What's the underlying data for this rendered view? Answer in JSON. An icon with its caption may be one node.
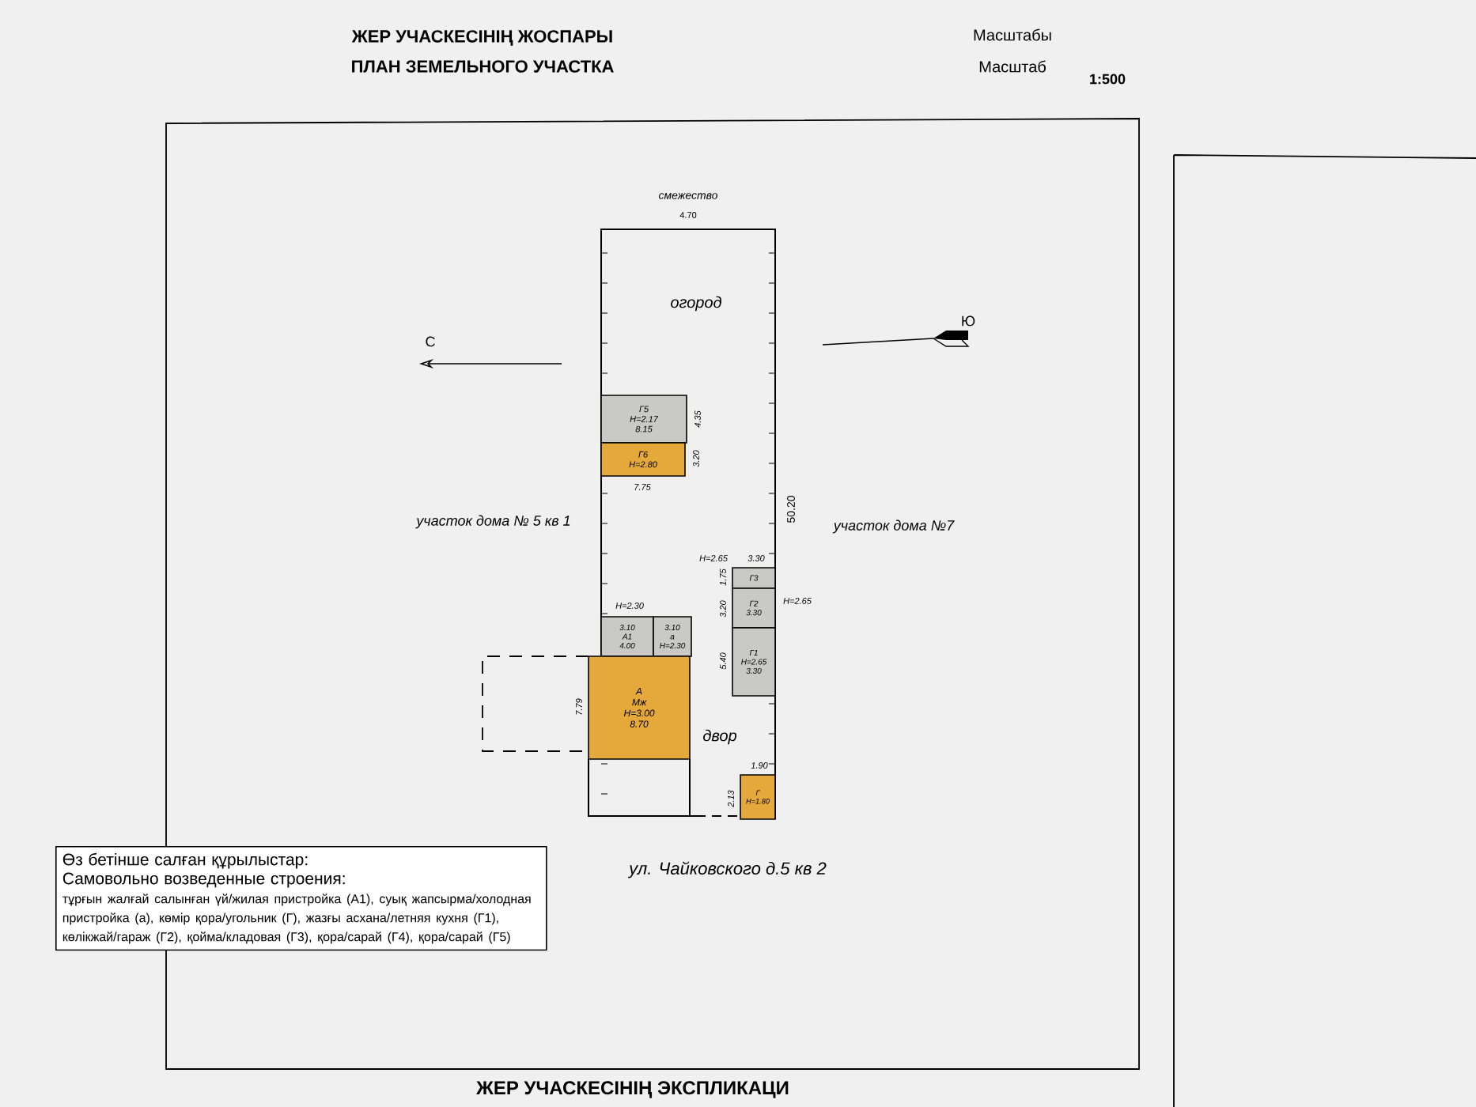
{
  "diagram": {
    "nodes": [
      {
        "text": [
          "Г5",
          "H=2.17",
          "8.15"
        ],
        "beside": [
          "4.35"
        ]
      },
      {
        "text": [
          "Г6",
          "H=2.80"
        ],
        "beside": [
          "3.20",
          "7.75"
        ]
      },
      {
        "text": [
          "3.10",
          "А1",
          "4.00"
        ],
        "beside": [
          "H=2.30"
        ]
      },
      {
        "text": [
          "3.10",
          "а",
          "H=2.30"
        ]
      },
      {
        "text": [
          "А",
          "Мж",
          "H=3.00",
          "8.70"
        ],
        "beside": [
          "7.79"
        ]
      },
      {
        "text": [
          "Г3"
        ],
        "beside": [
          "H=2.65",
          "3.30",
          "1.75"
        ]
      },
      {
        "text": [
          "Г2",
          "3.30"
        ],
        "beside": [
          "3.20",
          "H=2.65"
        ]
      },
      {
        "text": [
          "Г1",
          "H=2.65",
          "3.30"
        ],
        "beside": [
          "5.40"
        ]
      },
      {
        "text": [
          "Г",
          "H=1.80"
        ],
        "beside": [
          "1.90",
          "2.13"
        ]
      },
      {
        "text": [
          "Өз бетінше салған құрылыстар:",
          "Самовольно возведенные строения:",
          "тұрғын жалғай салынған үй/жилая пристройка (А1), суық жапсырма/холодная пристройка (а), көмір қора/угольник (Г), жазғы асхана/летняя кухня (Г1), көлікжай/гараж (Г2), қойма/кладовая (Г3), қора/сарай (Г4), қора/сарай (Г5)"
        ]
      }
    ],
    "labels": [
      "ЖЕР УЧАСКЕСІНІҢ ЖОСПАРЫ",
      "ПЛАН ЗЕМЕЛЬНОГО УЧАСТКА",
      "Масштабы",
      "Масштаб",
      "1:500",
      "смежество",
      "4.70",
      "огород",
      "С",
      "Ю",
      "участок дома № 5 кв 1",
      "участок дома №7",
      "50.20",
      "двор",
      "ул. Чайковского д.5 кв 2",
      "ЖЕР УЧАСКЕСІНІҢ ЭКСПЛИКАЦИ"
    ]
  }
}
